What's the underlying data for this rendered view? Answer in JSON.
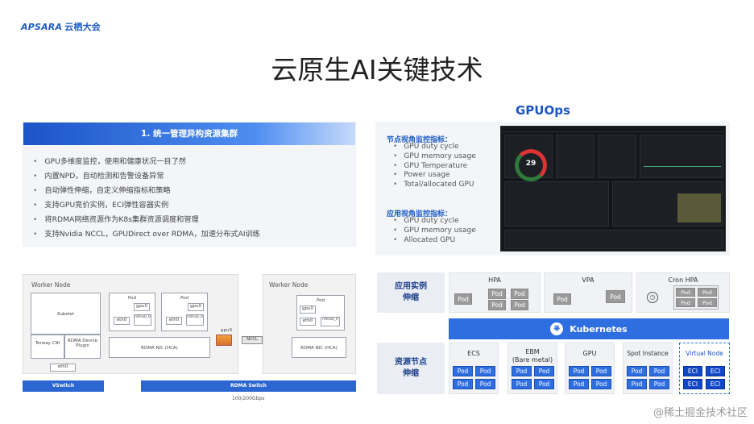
{
  "logo": {
    "brand": "APSARA",
    "suffix": "云栖大会"
  },
  "title": "云原生AI关键技术",
  "section1": {
    "heading": "1. 统一管理异构资源集群",
    "bullets": [
      "GPU多维度监控，使用和健康状况一目了然",
      "内置NPD，自动检测和告警设备异常",
      "自动弹性伸缩，自定义伸缩指标和策略",
      "支持GPU竞价实例，ECI弹性容器实例",
      "将RDMA网络资源作为K8s集群资源调度和管理",
      "支持Nvidia NCCL，GPUDirect over RDMA，加速分布式AI训练"
    ]
  },
  "gpuops": {
    "title": "GPUOps",
    "node_heading": "节点视角监控指标：",
    "node_items": [
      "GPU duty cycle",
      "GPU memory usage",
      "GPU Temperature",
      "Power usage",
      "Total/allocated GPU"
    ],
    "app_heading": "应用视角监控指标：",
    "app_items": [
      "GPU duty cycle",
      "GPU memory usage",
      "Allocated GPU"
    ],
    "gauge_value": "29"
  },
  "diagram": {
    "worker_node_left": "Worker Node",
    "worker_node_right": "Worker Node",
    "kubelet": "Kubelet",
    "terway": "Terway CNI",
    "rdma_plugin": "RDMA Device Plugin",
    "pod": "Pod",
    "gpu0": "gpu0",
    "eth0": "eth0",
    "rdma0": "rdma0_0",
    "rdma_nic": "RDMA NIC (HCA)",
    "nccl": "NCCL",
    "eth_host": "eth0",
    "vswitch": "VSwitch",
    "rdma_switch": "RDMA Switch",
    "speed": "100/200Gbps"
  },
  "matrix": {
    "row1_label": "应用实例\n伸缩",
    "row2_label": "资源节点\n伸缩",
    "hpa": "HPA",
    "vpa": "VPA",
    "cron": "Cron HPA",
    "pod": "Pod",
    "kubernetes": "Kubernetes",
    "ecs": "ECS",
    "ebm": "EBM\n(Bare metal)",
    "gpu": "GPU",
    "spot": "Spot Instance",
    "vnode": "Virtual Node",
    "eci": "ECI"
  },
  "watermark": "@稀土掘金技术社区"
}
